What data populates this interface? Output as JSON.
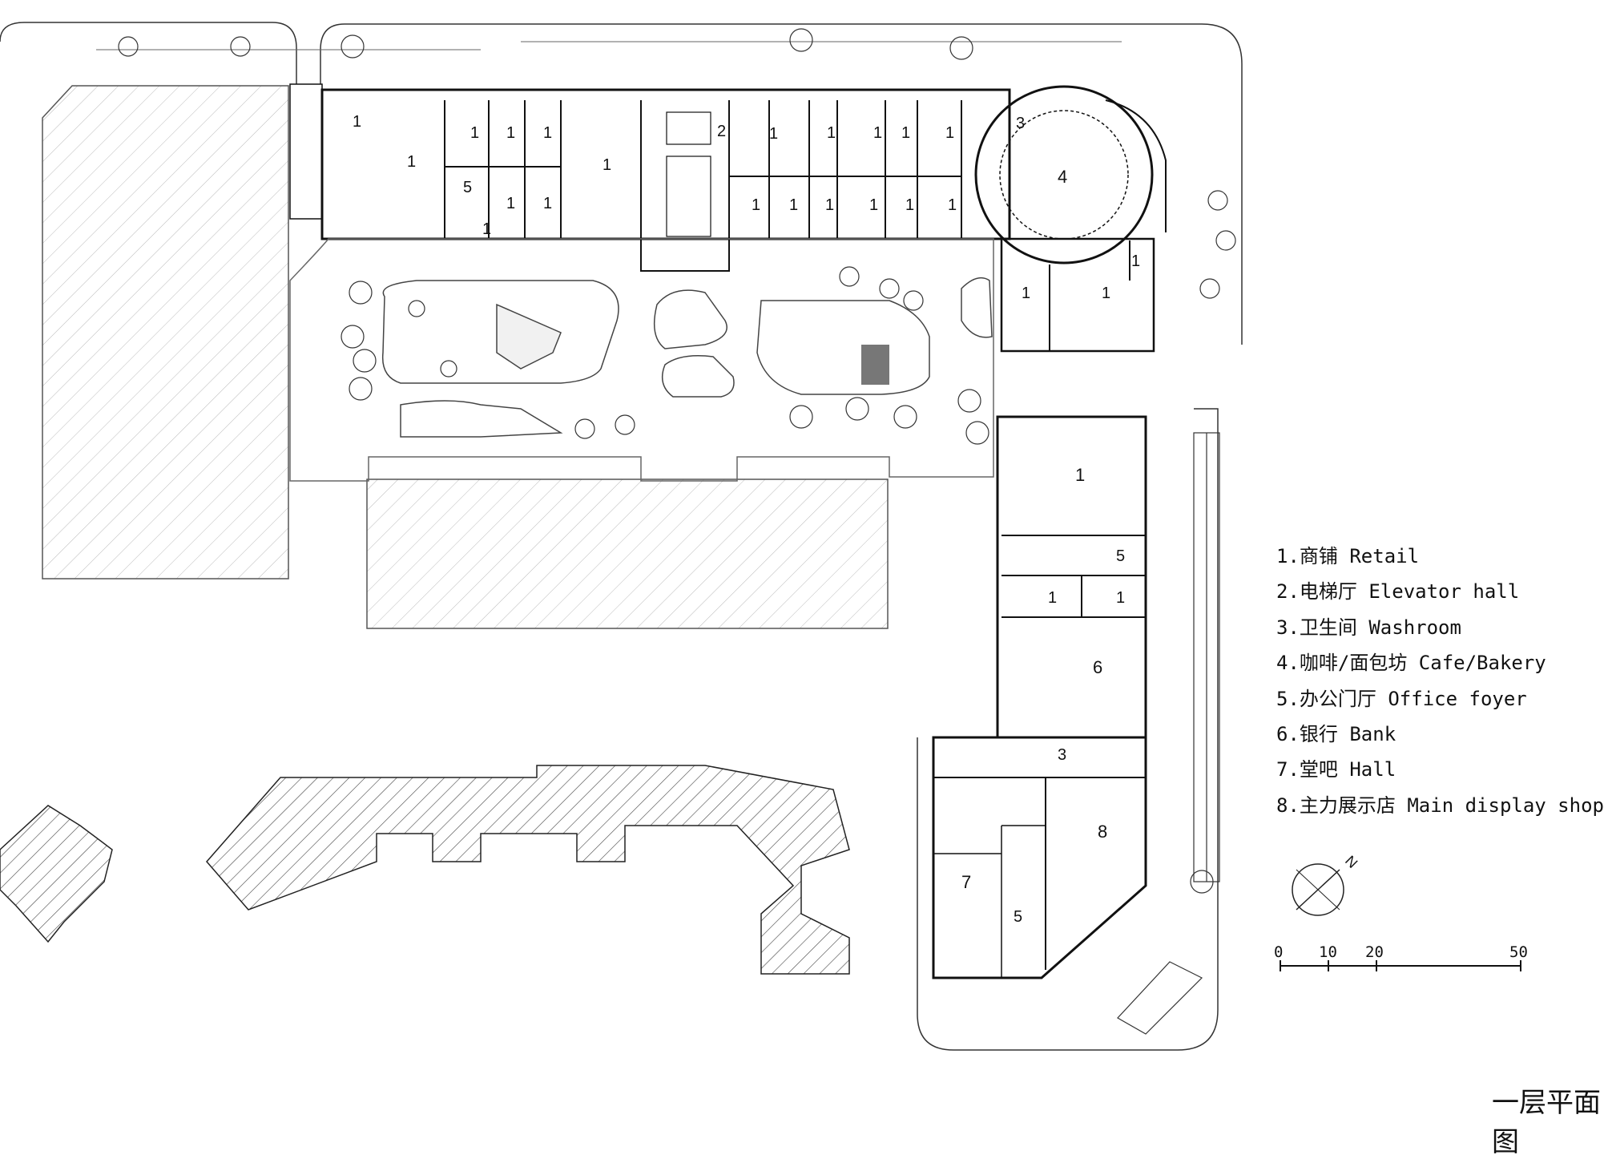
{
  "legend": {
    "items": [
      "1.商铺 Retail",
      "2.电梯厅 Elevator hall",
      "3.卫生间 Washroom",
      "4.咖啡/面包坊 Cafe/Bakery",
      "5.办公门厅 Office foyer",
      "6.银行 Bank",
      "7.堂吧 Hall",
      "8.主力展示店 Main display shop"
    ]
  },
  "north_arrow": {
    "label": "N"
  },
  "scale_bar": {
    "labels": [
      "0",
      "10",
      "20",
      "50"
    ]
  },
  "drawing_title": "一层平面图",
  "room_labels": {
    "retail": "1",
    "elevator_hall": "2",
    "washroom": "3",
    "cafe_bakery": "4",
    "office_foyer": "5",
    "bank": "6",
    "hall": "7",
    "main_display_shop": "8"
  }
}
